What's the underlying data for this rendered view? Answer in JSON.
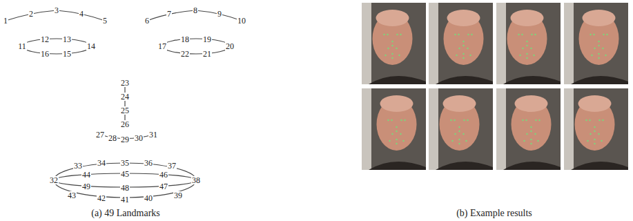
{
  "diagram": {
    "labels": [
      "1",
      "2",
      "3",
      "4",
      "5",
      "6",
      "7",
      "8",
      "9",
      "10",
      "11",
      "12",
      "13",
      "14",
      "15",
      "16",
      "17",
      "18",
      "19",
      "20",
      "21",
      "22",
      "23",
      "24",
      "25",
      "26",
      "27",
      "28",
      "29",
      "30",
      "31",
      "32",
      "33",
      "34",
      "35",
      "36",
      "37",
      "38",
      "39",
      "40",
      "41",
      "42",
      "43",
      "44",
      "45",
      "46",
      "47",
      "48",
      "49",
      "(a) 49 Landmarks",
      "(b) Example results"
    ]
  }
}
